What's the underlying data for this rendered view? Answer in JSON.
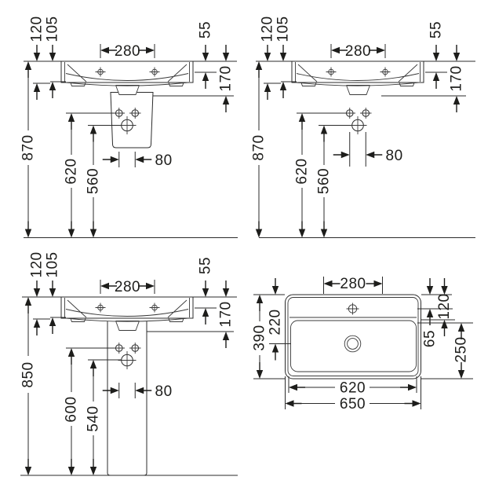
{
  "drawing": {
    "colors": {
      "line": "#2b2b2b",
      "arrow": "#1d1d1b",
      "background": "#ffffff"
    },
    "views": {
      "front_siphon_cover": {
        "dims": {
          "edge_back": "120",
          "edge_front": "105",
          "tap_spacing": "280",
          "rim_to_tap": "55",
          "rim_to_outlet": "170",
          "height_total": "870",
          "height_supply": "620",
          "height_drain": "560",
          "supply_spacing": "80"
        }
      },
      "front_wall_hung": {
        "dims": {
          "edge_back": "120",
          "edge_front": "105",
          "tap_spacing": "280",
          "rim_to_tap": "55",
          "rim_to_outlet": "170",
          "height_total": "870",
          "height_supply": "620",
          "height_drain": "560",
          "supply_spacing": "80"
        }
      },
      "front_pedestal": {
        "dims": {
          "edge_back": "120",
          "edge_front": "105",
          "tap_spacing": "280",
          "rim_to_tap": "55",
          "rim_to_outlet": "170",
          "height_total": "850",
          "height_supply": "600",
          "height_drain": "540",
          "supply_spacing": "80"
        }
      },
      "plan": {
        "dims": {
          "tap_spacing": "280",
          "depth": "390",
          "back_to_drain": "220",
          "back_to_tap": "65",
          "deck_depth": "120",
          "bowl_depth": "250",
          "inner_width": "620",
          "width": "650"
        }
      }
    }
  }
}
